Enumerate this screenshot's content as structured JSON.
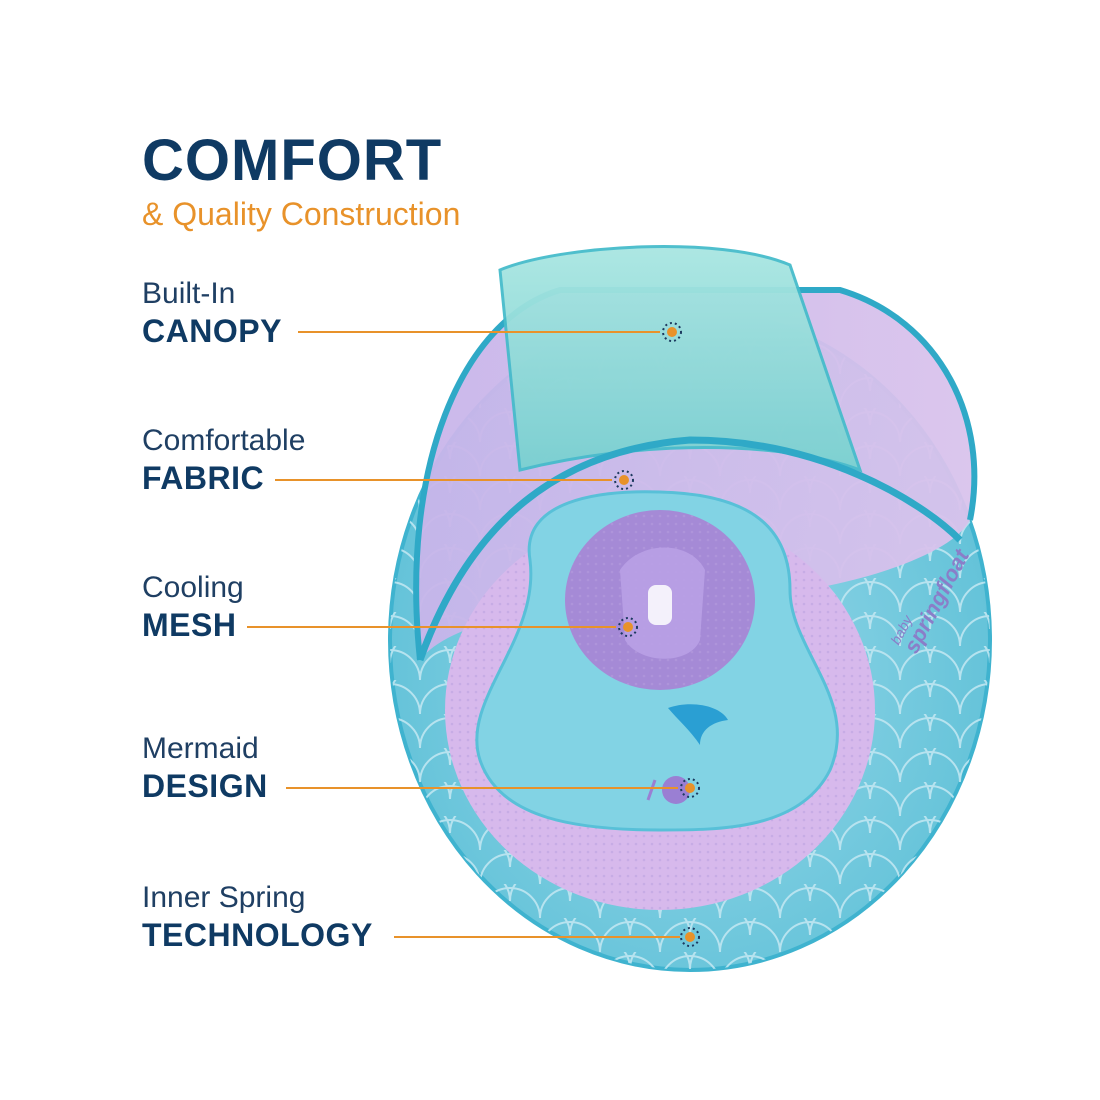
{
  "header": {
    "title": "COMFORT",
    "subtitle": "& Quality Construction"
  },
  "features": [
    {
      "light": "Built-In",
      "bold": "CANOPY"
    },
    {
      "light": "Comfortable",
      "bold": "FABRIC"
    },
    {
      "light": "Cooling",
      "bold": "MESH"
    },
    {
      "light": "Mermaid",
      "bold": "DESIGN"
    },
    {
      "light": "Inner Spring",
      "bold": "TECHNOLOGY"
    }
  ],
  "product": {
    "brand_small": "baby",
    "brand_big": "springfloat"
  },
  "colors": {
    "title": "#0f3a63",
    "accent": "#e8922a",
    "dot": "#e8922a",
    "canopy": "#7fd6d4",
    "float_blue": "#68c9dc",
    "float_purple": "#c9a8e3"
  }
}
